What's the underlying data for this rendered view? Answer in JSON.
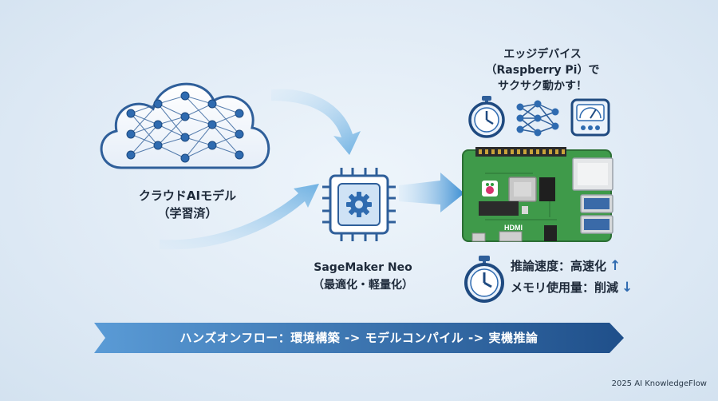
{
  "cloud": {
    "label_line1": "クラウドAIモデル",
    "label_line2": "（学習済）"
  },
  "neo": {
    "label_line1": "SageMaker Neo",
    "label_line2": "（最適化・軽量化）"
  },
  "edge": {
    "line1": "エッジデバイス",
    "line2": "（Raspberry Pi）で",
    "line3": "サクサク動かす！"
  },
  "board": {
    "hdmi_text": "HDMI"
  },
  "results": {
    "speed_label": "推論速度：高速化",
    "memory_label": "メモリ使用量：削減",
    "up_arrow": "↑",
    "down_arrow": "↓"
  },
  "banner": {
    "text": "ハンズオンフロー：環境構築 -> モデルコンパイル -> 実機推論"
  },
  "footer": {
    "text": "2025 AI KnowledgeFlow"
  },
  "colors": {
    "accent": "#2f6bb0",
    "board_green": "#3f9a4a",
    "banner_dark": "#1f4f8a"
  }
}
